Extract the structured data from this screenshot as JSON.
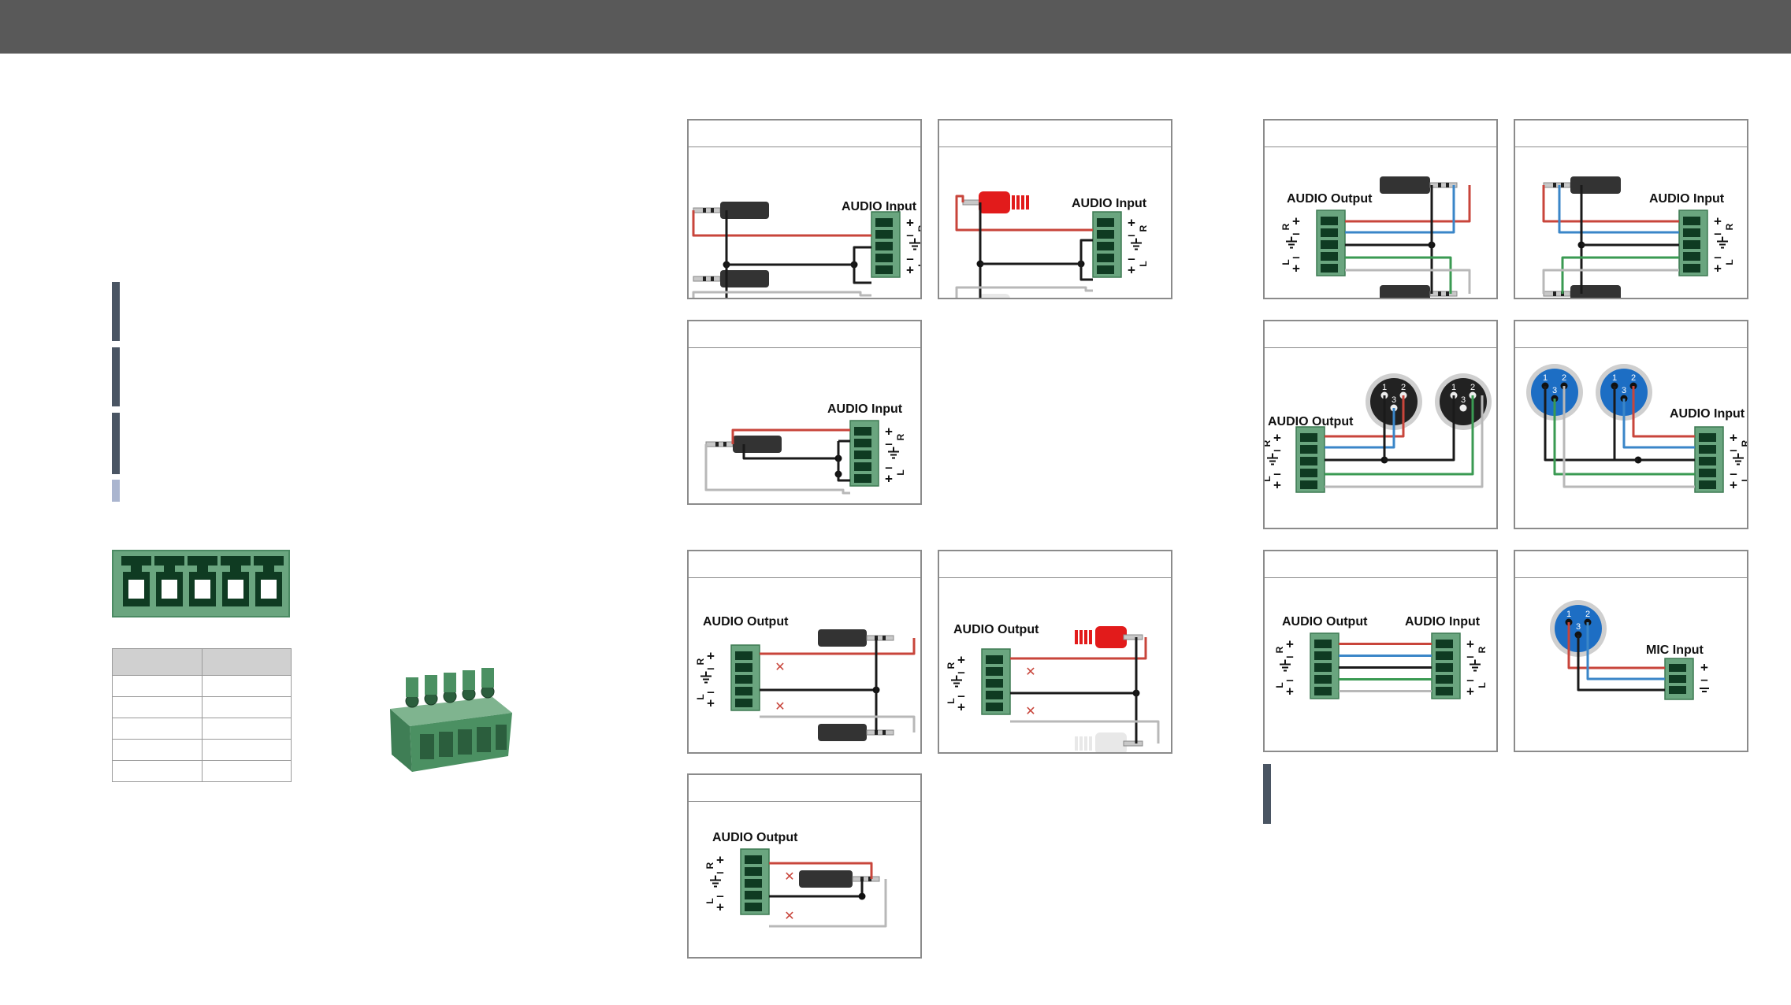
{
  "labels": {
    "audio_input": "AUDIO Input",
    "audio_output": "AUDIO Output",
    "mic_input": "MIC Input",
    "plus": "+",
    "minus": "–",
    "r": "R",
    "l": "L",
    "x_mark": "✕",
    "pin1": "1",
    "pin2": "2",
    "pin3": "3"
  },
  "colors": {
    "header_bar": "#595959",
    "connector_green": "#6aa57f",
    "wire_red": "#c8453b",
    "wire_blue": "#3a86c8",
    "wire_green": "#3a9a52",
    "wire_black": "#1a1a1a",
    "wire_white": "#b8b8b8",
    "rca_red": "#e21b1b",
    "xlr_blue": "#1d6ec4",
    "callout_bar": "#4a5563"
  },
  "panels": [
    {
      "id": "input-2x-jack",
      "connector": "AUDIO Input"
    },
    {
      "id": "input-2x-rca",
      "connector": "AUDIO Input"
    },
    {
      "id": "input-stereo-jack",
      "connector": "AUDIO Input"
    },
    {
      "id": "output-2x-jack",
      "connector": "AUDIO Output"
    },
    {
      "id": "output-2x-rca",
      "connector": "AUDIO Output"
    },
    {
      "id": "output-stereo-jack",
      "connector": "AUDIO Output"
    },
    {
      "id": "output-balanced-trs",
      "connector": "AUDIO Output"
    },
    {
      "id": "input-balanced-trs",
      "connector": "AUDIO Input"
    },
    {
      "id": "output-xlr",
      "connector": "AUDIO Output"
    },
    {
      "id": "input-xlr",
      "connector": "AUDIO Input"
    },
    {
      "id": "output-to-input",
      "connector": "AUDIO Output / AUDIO Input"
    },
    {
      "id": "mic-xlr",
      "connector": "MIC Input"
    }
  ]
}
